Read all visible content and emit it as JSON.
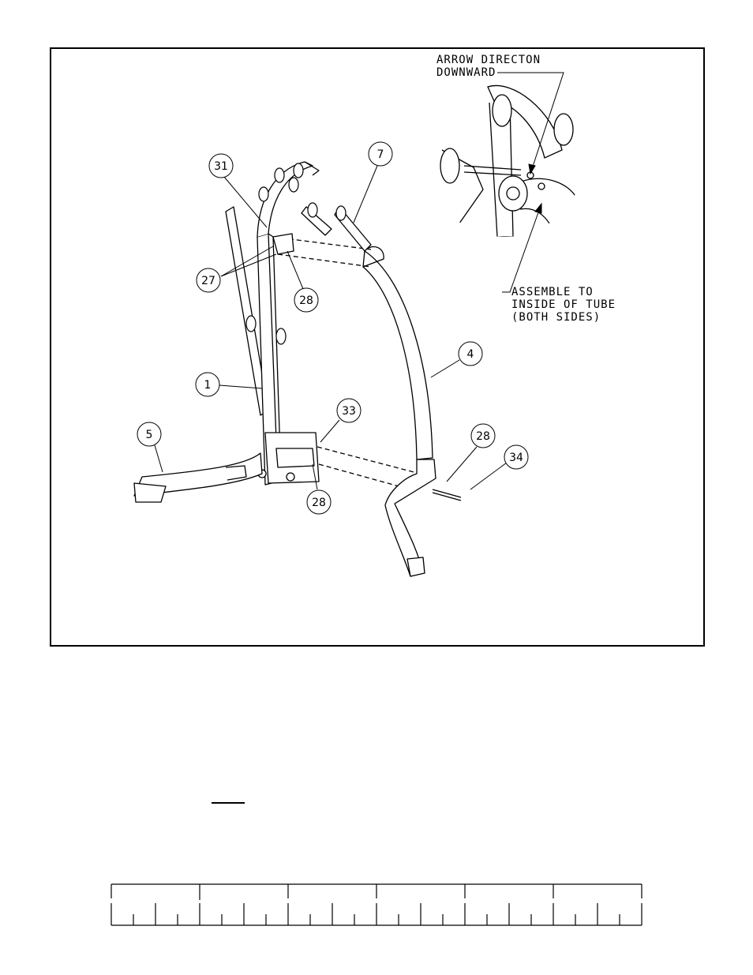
{
  "callouts": {
    "c31": "31",
    "c7": "7",
    "c27": "27",
    "c28a": "28",
    "c4": "4",
    "c1": "1",
    "c33": "33",
    "c5": "5",
    "c28b": "28",
    "c28c": "28",
    "c34": "34"
  },
  "notes": {
    "arrow_line1": "ARROW DIRECTON",
    "arrow_line2": "DOWNWARD",
    "assemble_line1": "ASSEMBLE TO",
    "assemble_line2": "INSIDE OF TUBE",
    "assemble_line3": "(BOTH SIDES)"
  }
}
